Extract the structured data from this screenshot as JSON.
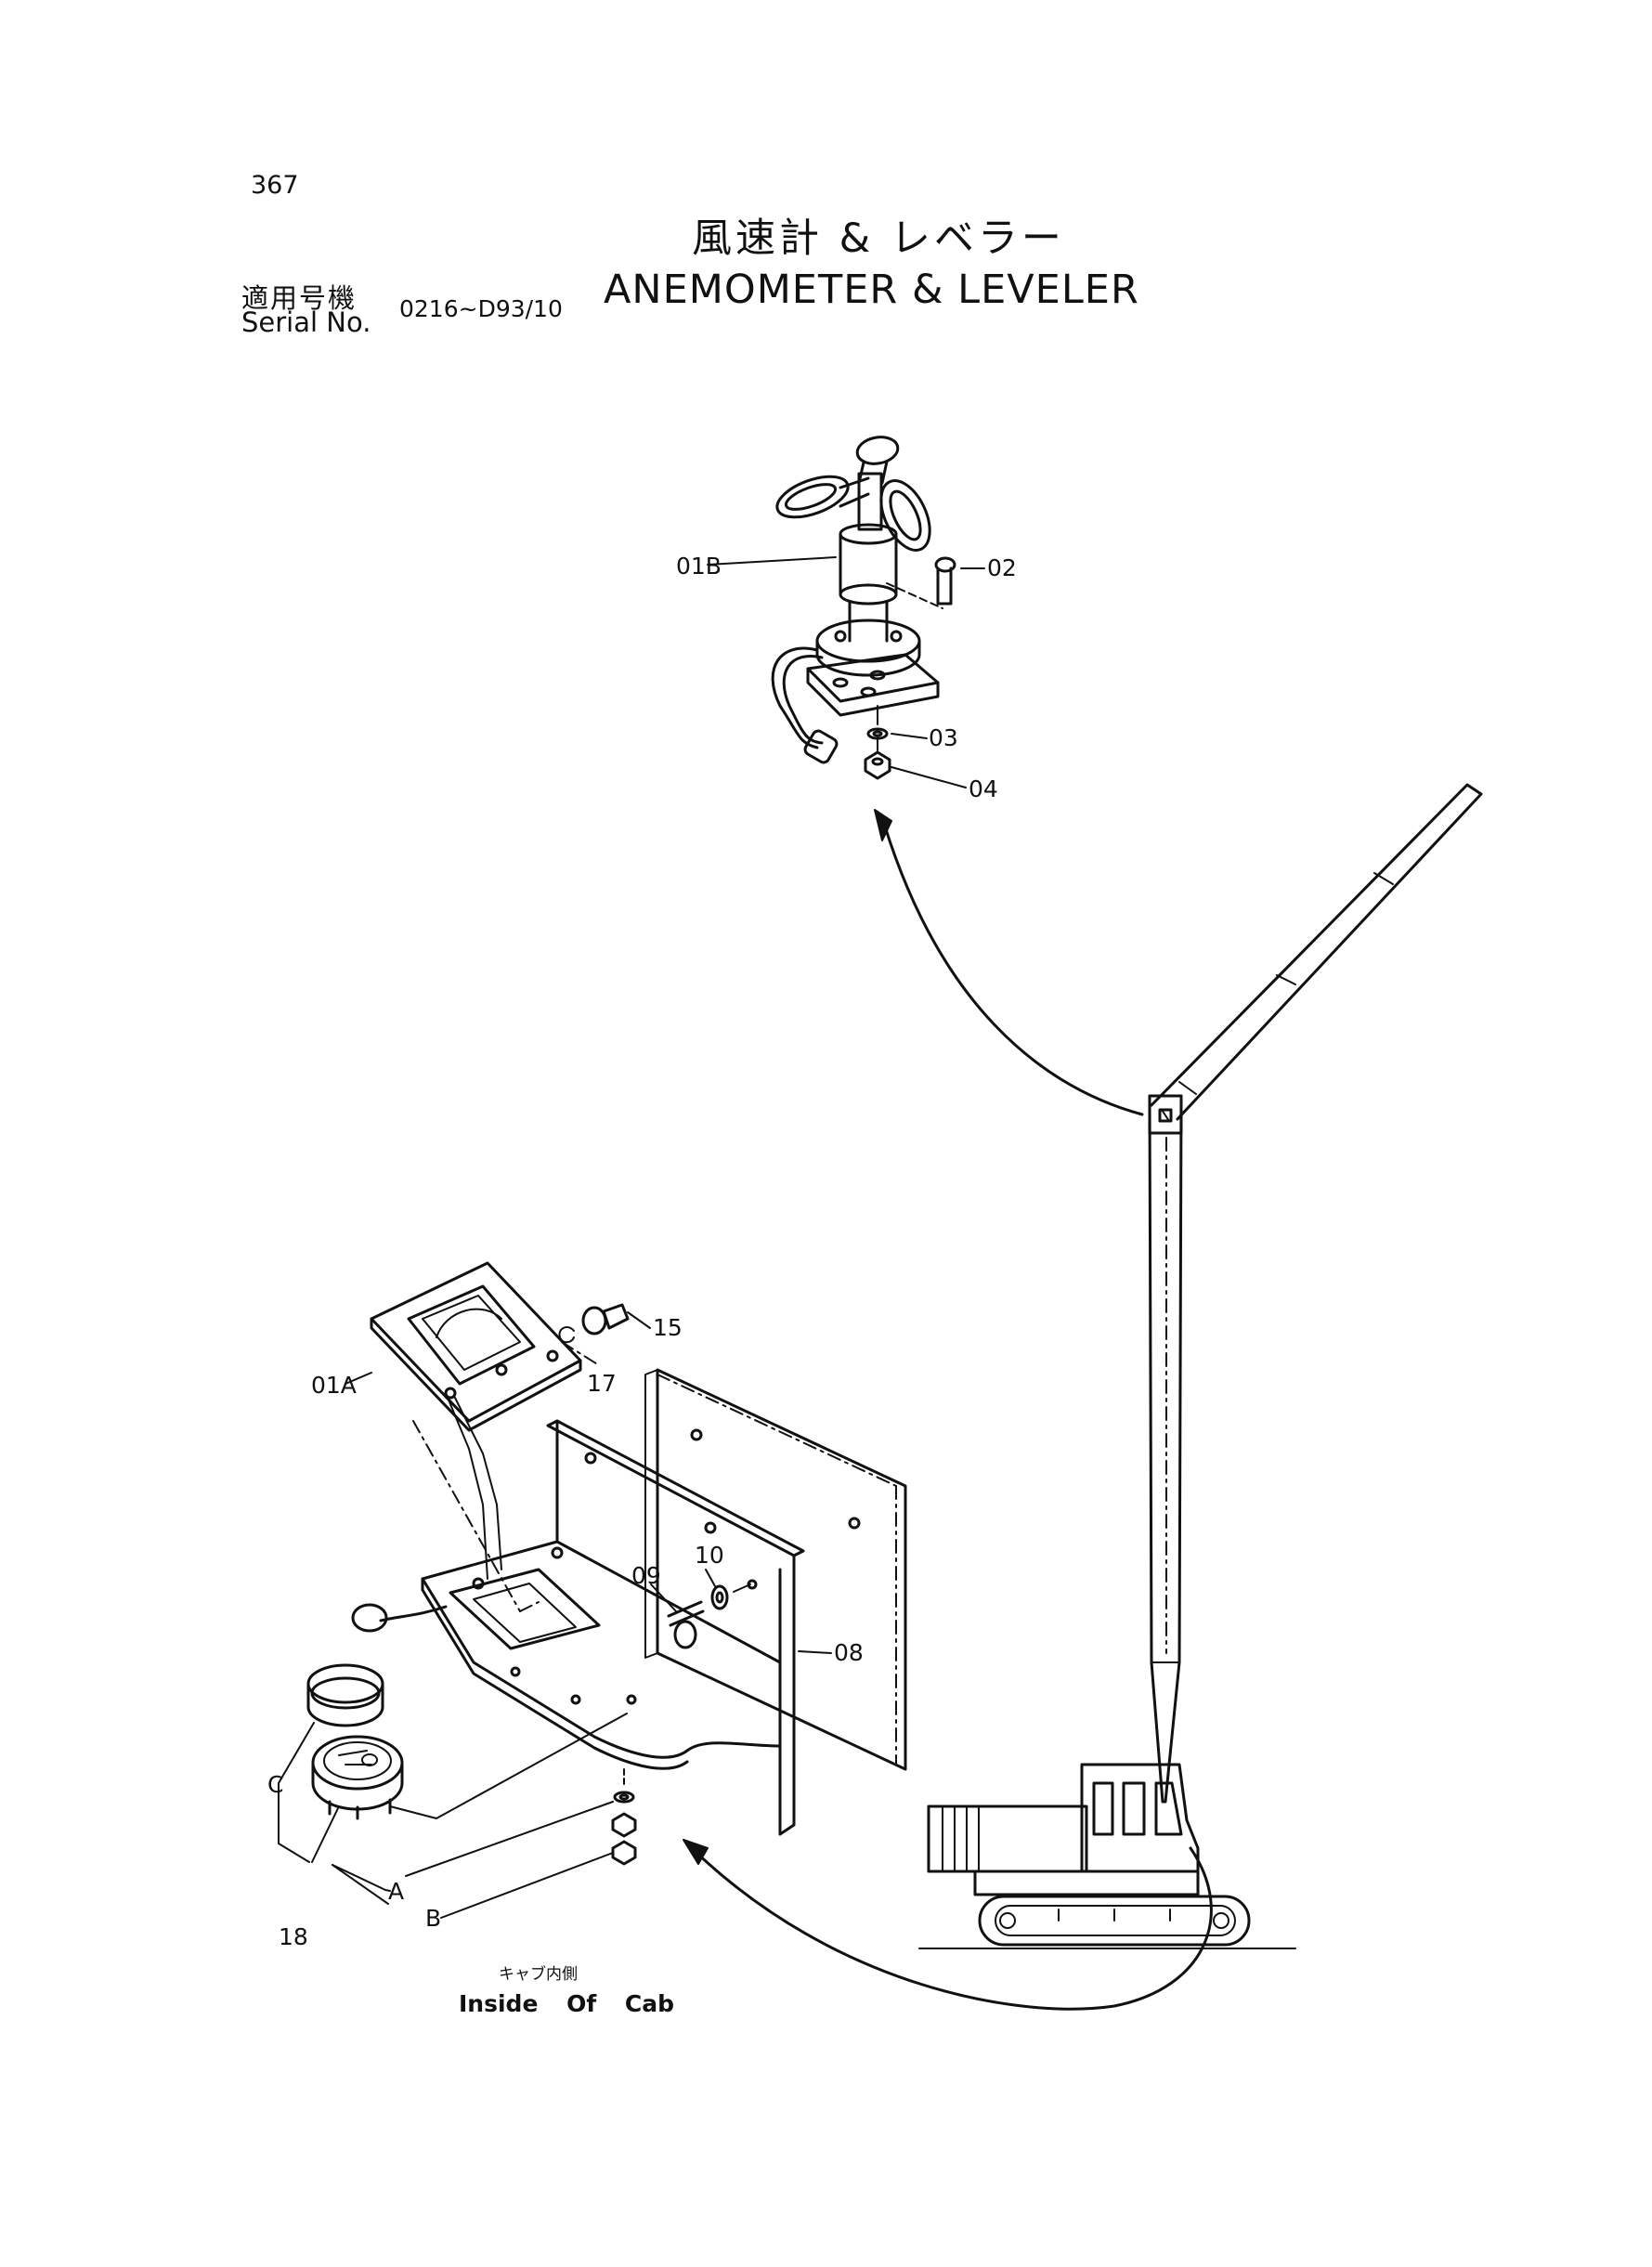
{
  "page": {
    "number": "367",
    "title_jp": "風速計 & レベラー",
    "title_en": "ANEMOMETER & LEVELER",
    "serial_label_jp": "適用号機",
    "serial_label_en": "Serial No.",
    "serial_range": "0216~D93/10"
  },
  "caption": {
    "jp": "キャブ内側",
    "en": "Inside Of Cab"
  },
  "parts": {
    "p01B": "01B",
    "p02": "02",
    "p03": "03",
    "p04": "04",
    "p01A": "01A",
    "p15": "15",
    "p17": "17",
    "p08": "08",
    "p09": "09",
    "p10": "10",
    "p18": "18",
    "refA": "A",
    "refB": "B",
    "refC": "C"
  }
}
